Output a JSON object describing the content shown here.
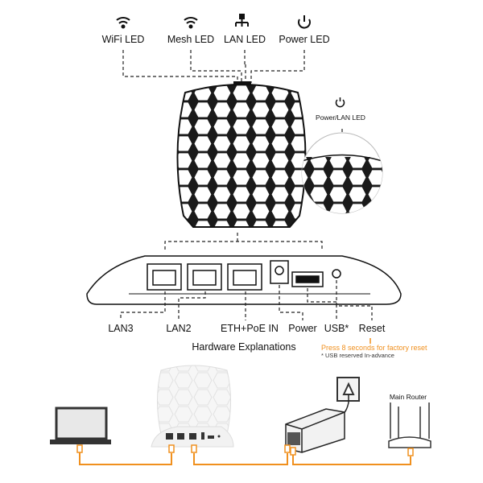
{
  "led_labels": {
    "wifi": "WiFi LED",
    "mesh": "Mesh LED",
    "lan": "LAN LED",
    "power": "Power LED",
    "power_lan": "Power/LAN LED"
  },
  "port_labels": {
    "lan3": "LAN3",
    "lan2": "LAN2",
    "eth_poe": "ETH+PoE IN",
    "power": "Power",
    "usb": "USB*",
    "reset": "Reset"
  },
  "section_title": "Hardware Explanations",
  "reset_note": "Press 8 seconds for factory reset",
  "usb_note": "* USB reserved In-advance",
  "main_router_label": "Main Router",
  "colors": {
    "accent": "#f0901e",
    "line": "#222222"
  }
}
